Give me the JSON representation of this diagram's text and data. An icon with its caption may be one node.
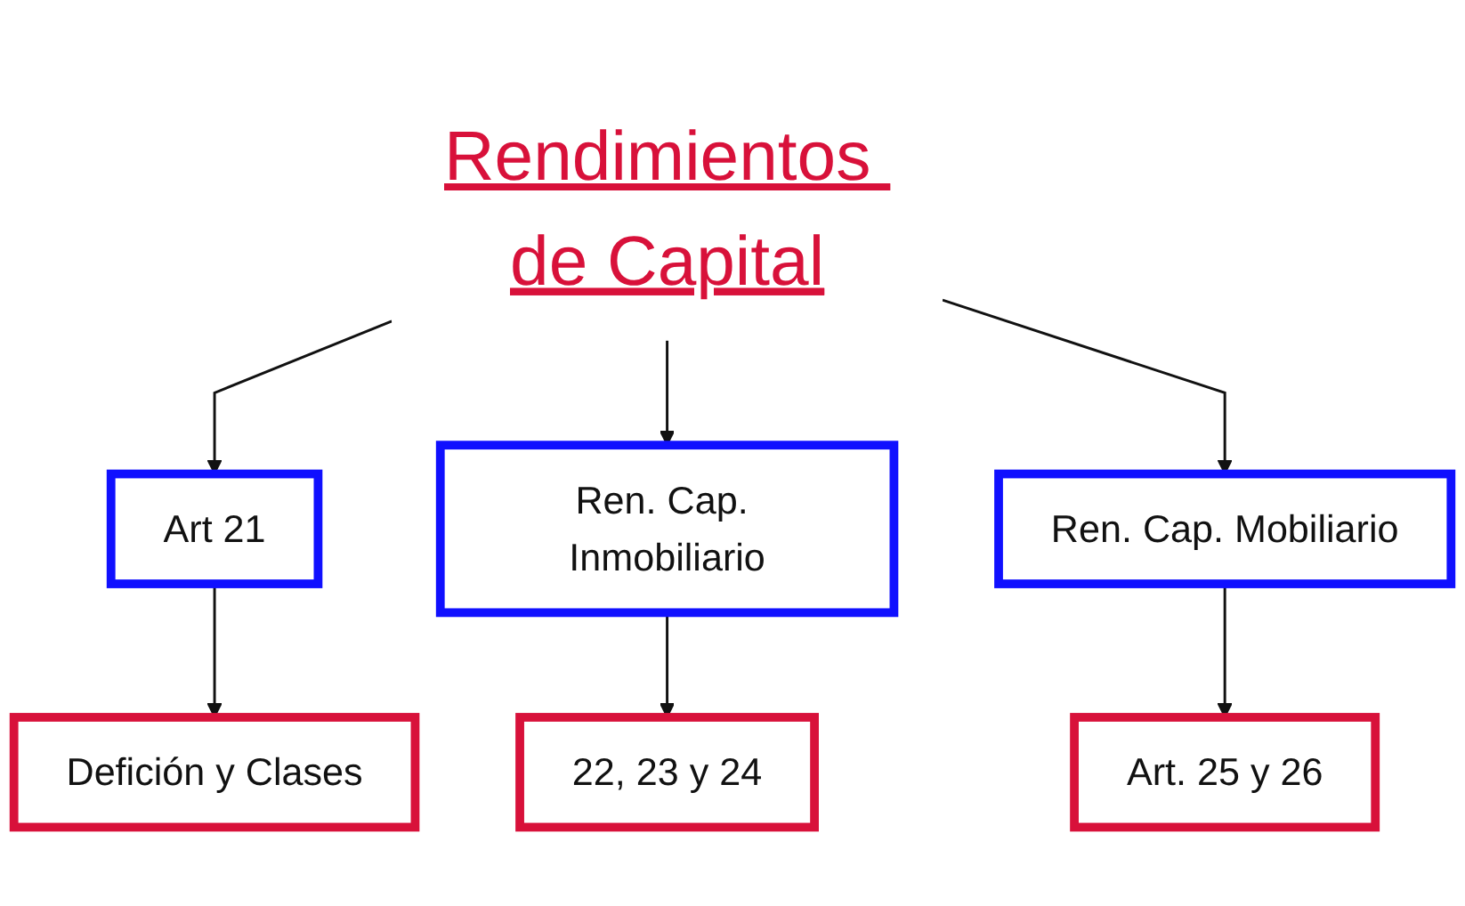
{
  "diagram": {
    "nodes": [
      {
        "text": [
          "Rendimientos de Capital"
        ]
      },
      {
        "text": [
          "Art 21"
        ]
      },
      {
        "text": [
          "Ren. Cap. Inmobiliario"
        ]
      },
      {
        "text": [
          "Ren. Cap. Mobiliario"
        ]
      },
      {
        "text": [
          "Defición y Clases"
        ]
      },
      {
        "text": [
          "22, 23 y 24"
        ]
      },
      {
        "text": [
          "Art. 25 y 26"
        ]
      }
    ],
    "edges": [
      {
        "from": 0,
        "to": 1,
        "arrow": "to"
      },
      {
        "from": 0,
        "to": 2,
        "arrow": "to"
      },
      {
        "from": 0,
        "to": 3,
        "arrow": "to"
      },
      {
        "from": 1,
        "to": 4,
        "arrow": "to"
      },
      {
        "from": 2,
        "to": 5,
        "arrow": "to"
      },
      {
        "from": 3,
        "to": 6,
        "arrow": "to"
      }
    ]
  }
}
